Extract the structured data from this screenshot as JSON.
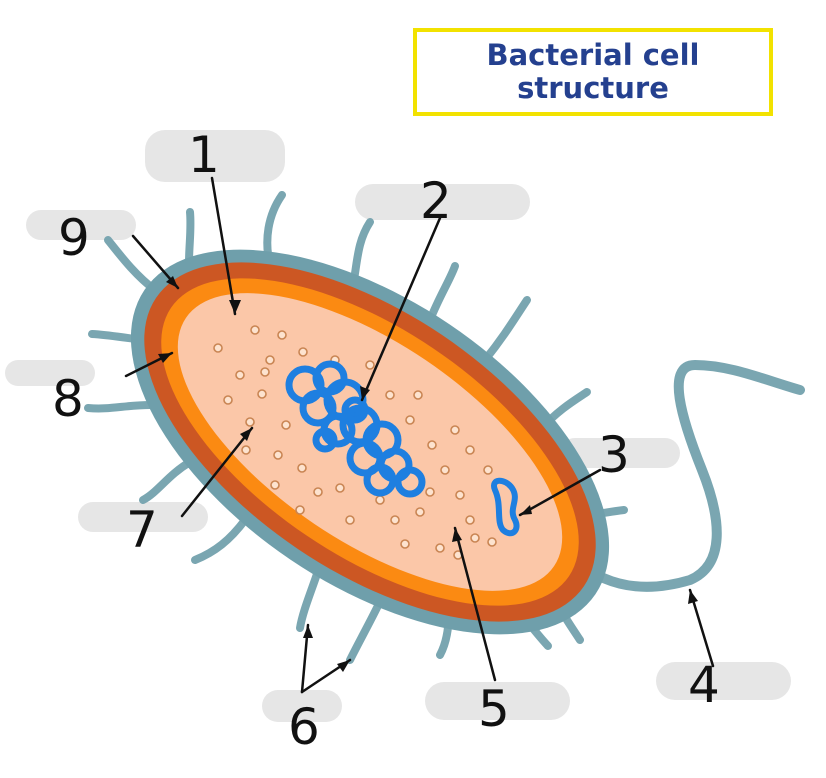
{
  "title": {
    "line1": "Bacterial cell",
    "line2": "structure"
  },
  "labels": [
    "1",
    "2",
    "3",
    "4",
    "5",
    "6",
    "7",
    "8",
    "9"
  ],
  "colors": {
    "capsule": "#6f9fab",
    "cell_wall": "#cc5723",
    "membrane": "#fb8a12",
    "cytoplasm": "#fbc7a8",
    "ribosome": "#c98553",
    "nucleoid": "#1e7fe0",
    "title_text": "#24408f",
    "title_border": "#f2e200"
  }
}
